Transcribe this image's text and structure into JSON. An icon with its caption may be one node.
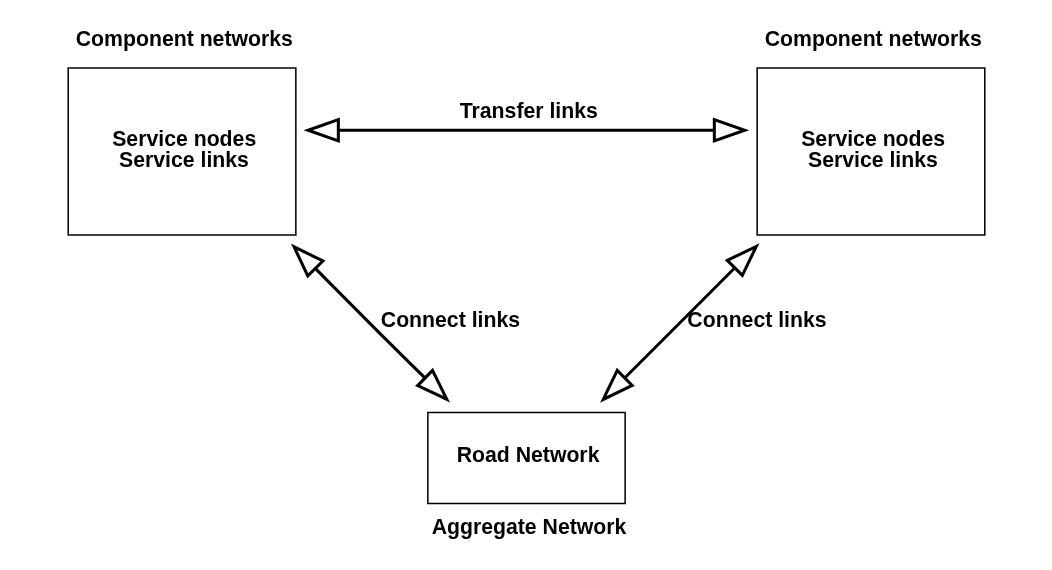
{
  "diagram": {
    "nodes": [
      {
        "text": [
          "Service nodes Service links"
        ],
        "beside": [
          "Component networks"
        ]
      },
      {
        "text": [
          "Service nodes Service links"
        ],
        "beside": [
          "Component networks"
        ]
      },
      {
        "text": [
          "Road Network"
        ],
        "beside": [
          "Aggregate Network"
        ]
      }
    ],
    "edges": [
      {
        "from": 0,
        "to": 1,
        "arrow": "both",
        "label": "Transfer links"
      },
      {
        "from": 0,
        "to": 2,
        "arrow": "both",
        "label": "Connect links"
      },
      {
        "from": 1,
        "to": 2,
        "arrow": "both",
        "label": "Connect links"
      }
    ]
  }
}
